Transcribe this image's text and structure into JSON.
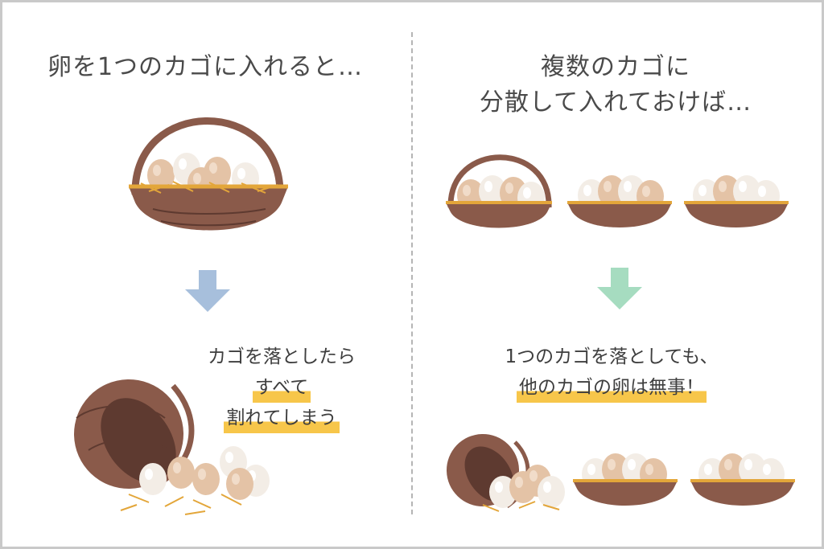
{
  "left": {
    "title": "卵を1つのカゴに入れると…",
    "caption": [
      "カゴを落としたら",
      "すべて",
      "割れてしまう"
    ],
    "arrow_color": "#a7bfdc"
  },
  "right": {
    "title_lines": [
      "複数のカゴに",
      "分散して入れておけば…"
    ],
    "caption": [
      "1つのカゴを落としても、",
      "他のカゴの卵は無事！"
    ],
    "arrow_color": "#a6dcc0"
  },
  "colors": {
    "basket": "#8a5a4a",
    "basket_dark": "#5e3a30",
    "straw": "#e3a63a",
    "egg_brown": "#e4c3a6",
    "egg_white": "#f3ede6",
    "highlight": "#f7c64a"
  }
}
